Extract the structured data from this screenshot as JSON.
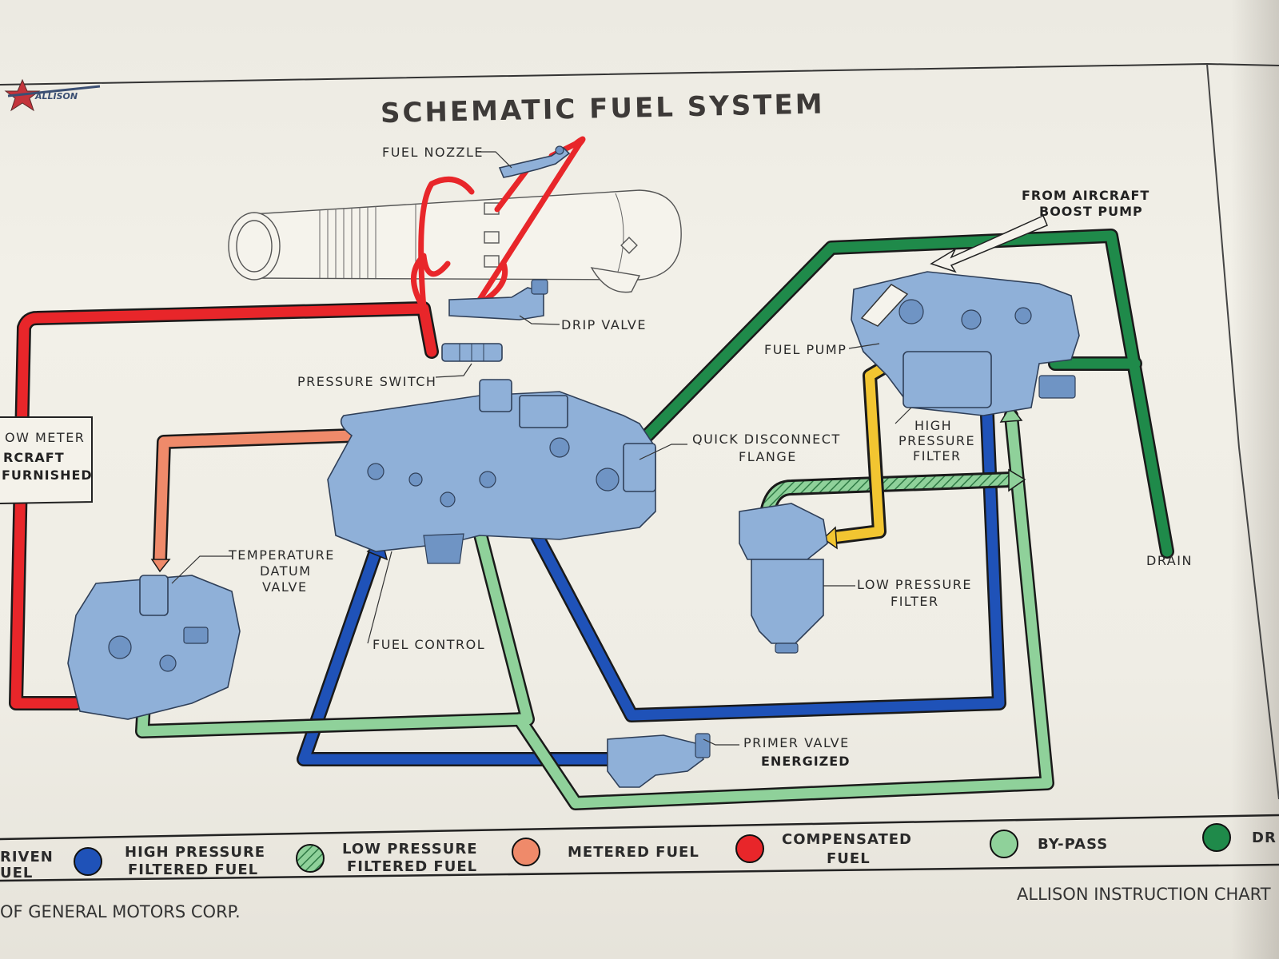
{
  "header": {
    "logo_text": "ALLISON",
    "title": "SCHEMATIC FUEL SYSTEM"
  },
  "labels": {
    "fuel_nozzle": "FUEL NOZZLE",
    "drip_valve": "DRIP VALVE",
    "pressure_switch": "PRESSURE SWITCH",
    "flow_meter_1": "OW METER",
    "flow_meter_2": "RCRAFT",
    "flow_meter_3": "FURNISHED",
    "temp_datum_1": "TEMPERATURE",
    "temp_datum_2": "DATUM",
    "temp_datum_3": "VALVE",
    "fuel_control": "FUEL CONTROL",
    "quick_disconnect_1": "QUICK DISCONNECT",
    "quick_disconnect_2": "FLANGE",
    "from_aircraft_1": "FROM AIRCRAFT",
    "from_aircraft_2": "BOOST PUMP",
    "fuel_pump": "FUEL PUMP",
    "hp_filter_1": "HIGH",
    "hp_filter_2": "PRESSURE",
    "hp_filter_3": "FILTER",
    "lp_filter_1": "LOW PRESSURE",
    "lp_filter_2": "FILTER",
    "drain": "DRAIN",
    "primer_valve": "PRIMER VALVE",
    "primer_energized": "ENERGIZED"
  },
  "legend": {
    "items": [
      {
        "line1": "RIVEN",
        "line2": "UEL",
        "color": "#d9ad2a"
      },
      {
        "line1": "HIGH PRESSURE",
        "line2": "FILTERED FUEL",
        "color": "#1f52b8"
      },
      {
        "line1": "LOW PRESSURE",
        "line2": "FILTERED FUEL",
        "color": "#3f9e5a"
      },
      {
        "line1": "METERED FUEL",
        "line2": "",
        "color": "#ef8a6a"
      },
      {
        "line1": "COMPENSATED",
        "line2": "FUEL",
        "color": "#e8262a"
      },
      {
        "line1": "BY-PASS",
        "line2": "",
        "color": "#8fd19a"
      },
      {
        "line1": "DR",
        "line2": "",
        "color": "#1f8a4a"
      }
    ]
  },
  "footer": {
    "left": "OF GENERAL MOTORS CORP.",
    "right": "ALLISON INSTRUCTION CHART"
  },
  "colors": {
    "compensated_fuel": "#e8262a",
    "metered_fuel": "#ef8a6a",
    "high_pressure_filtered": "#1f52b8",
    "low_pressure_filtered": "#3f9e5a",
    "bypass": "#8fd19a",
    "drain": "#1f8a4a",
    "driven_fuel": "#f2c531",
    "component_blue": "#8fb0d8"
  },
  "icons": {
    "logo": "allison-star-logo-icon"
  }
}
